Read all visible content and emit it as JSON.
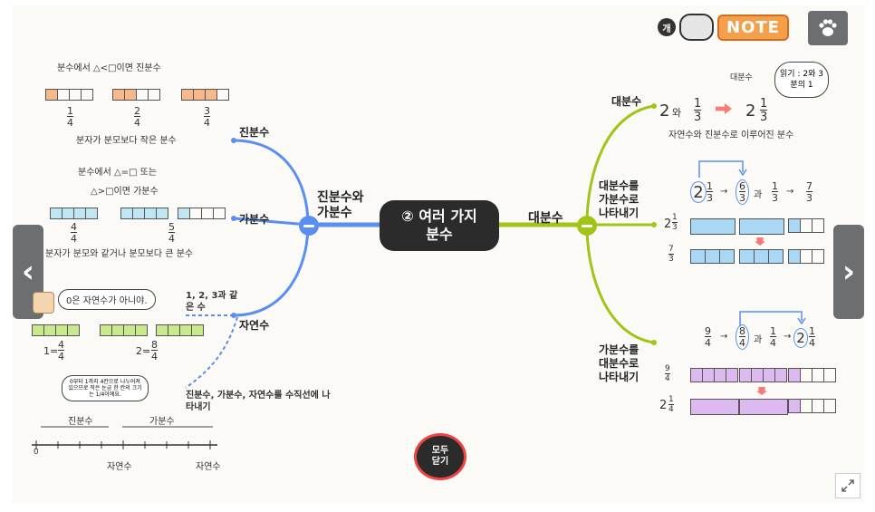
{
  "header": {
    "logo_badge": "개",
    "logo_text": "NOTE",
    "paw_label": "paw"
  },
  "nav": {
    "prev": "‹",
    "next": "›"
  },
  "center": {
    "line1": "② 여러 가지",
    "line2": "분수"
  },
  "branches": {
    "left": {
      "line1": "진분수와",
      "line2": "가분수"
    },
    "right": "대분수"
  },
  "left": {
    "proper": {
      "label": "진분수",
      "rule": "분수에서 △<□이면 진분수",
      "fractions": [
        {
          "n": "1",
          "d": "4"
        },
        {
          "n": "2",
          "d": "4"
        },
        {
          "n": "3",
          "d": "4"
        }
      ],
      "desc": "분자가 분모보다 작은 분수"
    },
    "improper": {
      "label": "가분수",
      "rule1": "분수에서 △=□ 또는",
      "rule2": "△>□이면 가분수",
      "fractions": [
        {
          "n": "4",
          "d": "4"
        },
        {
          "n": "5",
          "d": "4"
        }
      ],
      "desc": "분자가 분모와 같거나 분모보다 큰 분수"
    },
    "natural": {
      "label": "자연수",
      "examples": "1, 2, 3과 같은 수",
      "bubble": "0은 자연수가 아니야.",
      "eq1_left": "1=",
      "eq1": {
        "n": "4",
        "d": "4"
      },
      "eq2_left": "2=",
      "eq2": {
        "n": "8",
        "d": "4"
      }
    },
    "numberline": {
      "title": "진분수, 가분수, 자연수를 수직선에 나타내기",
      "bubble": "0부터 1까지 4칸으로 나누어져 있으므로 작은 눈금 한 칸의 크기는 1/4이에요.",
      "proper_label": "진분수",
      "improper_label": "가분수",
      "zero": "0",
      "natural1": "자연수",
      "natural2": "자연수"
    }
  },
  "right": {
    "mixed": {
      "label": "대분수",
      "expr_whole": "2",
      "expr_and": "와",
      "expr_frac": {
        "n": "1",
        "d": "3"
      },
      "result_whole": "2",
      "result_frac": {
        "n": "1",
        "d": "3"
      },
      "small_label": "대분수",
      "bubble": "읽기 : 2와 3분의 1",
      "desc": "자연수와 진분수로 이루어진 분수"
    },
    "toImproper": {
      "label": "대분수를 가분수로 나타내기",
      "expr_whole": "2",
      "expr_frac": {
        "n": "1",
        "d": "3"
      },
      "expr_mid": {
        "n": "6",
        "d": "3"
      },
      "expr_and": "과",
      "expr_frac2": {
        "n": "1",
        "d": "3"
      },
      "expr_result": {
        "n": "7",
        "d": "3"
      },
      "row1_whole": "2",
      "row1_frac": {
        "n": "1",
        "d": "3"
      },
      "row2_frac": {
        "n": "7",
        "d": "3"
      }
    },
    "toMixed": {
      "label": "가분수를 대분수로 나타내기",
      "expr_frac": {
        "n": "9",
        "d": "4"
      },
      "expr_mid": {
        "n": "8",
        "d": "4"
      },
      "expr_and": "과",
      "expr_frac2": {
        "n": "1",
        "d": "4"
      },
      "expr_result_whole": "2",
      "expr_result": {
        "n": "1",
        "d": "4"
      },
      "row1_frac": {
        "n": "9",
        "d": "4"
      },
      "row2_whole": "2",
      "row2_frac": {
        "n": "1",
        "d": "4"
      }
    }
  },
  "close_all": {
    "line1": "모두",
    "line2": "닫기"
  },
  "colors": {
    "blue": "#5b8ef2",
    "green": "#a2c318",
    "dark": "#2b2b2b",
    "orange": "#f7b98a",
    "cyan": "#bfe7f3",
    "light_green": "#c8ea8c",
    "purple": "#dcbaf0",
    "blue_box": "#a8d8f3"
  }
}
